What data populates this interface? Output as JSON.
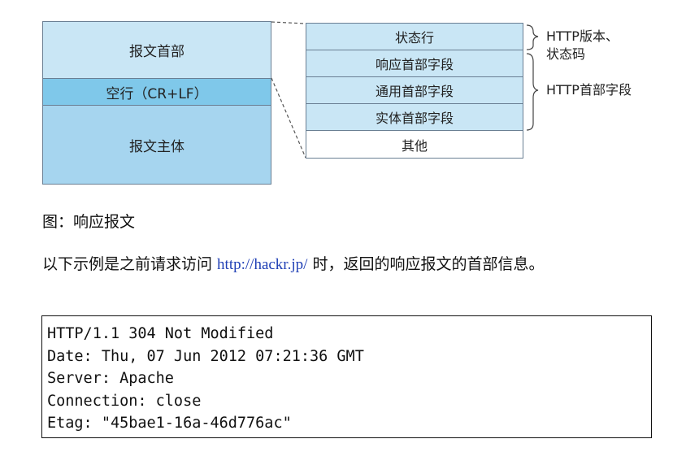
{
  "diagram": {
    "left": {
      "header": "报文首部",
      "crlf": "空行（CR+LF）",
      "body": "报文主体"
    },
    "right": [
      "状态行",
      "响应首部字段",
      "通用首部字段",
      "实体首部字段",
      "其他"
    ],
    "brace_labels": {
      "status": [
        "HTTP版本、",
        "状态码"
      ],
      "fields": "HTTP首部字段"
    }
  },
  "caption": "图：响应报文",
  "paragraph": {
    "before": "以下示例是之前请求访问 ",
    "link": "http://hackr.jp/",
    "after": " 时，返回的响应报文的首部信息。"
  },
  "code_lines": [
    "HTTP/1.1 304 Not Modified",
    "Date: Thu, 07 Jun 2012 07:21:36 GMT",
    "Server: Apache",
    "Connection: close",
    "Etag: \"45bae1-16a-46d776ac\""
  ]
}
